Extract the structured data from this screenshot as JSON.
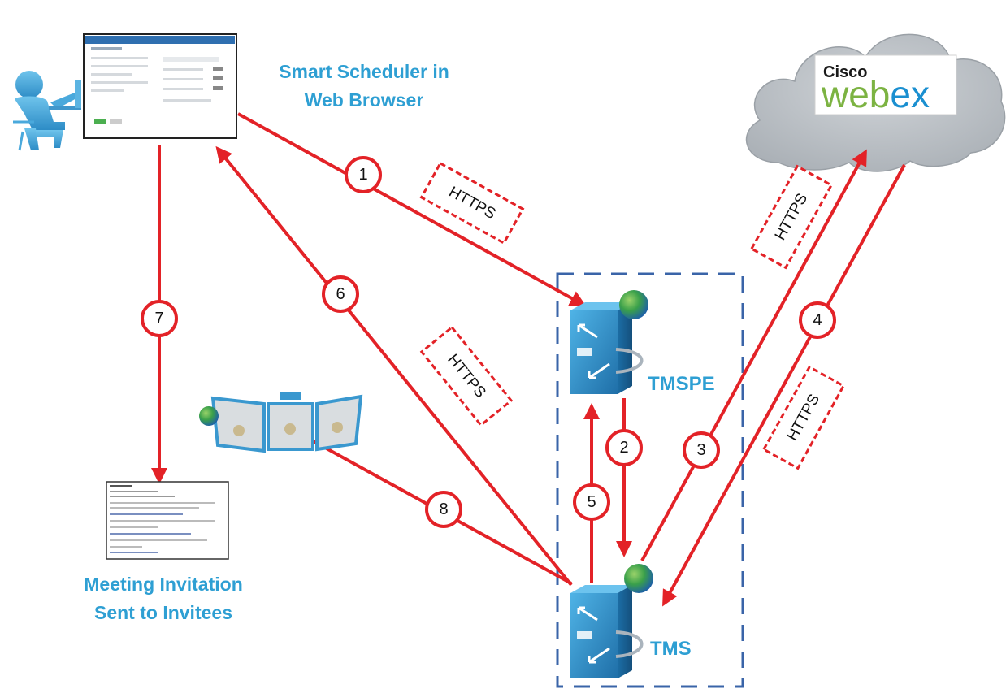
{
  "labels": {
    "smart_scheduler_line1": "Smart Scheduler in",
    "smart_scheduler_line2": "Web Browser",
    "meeting_invitation_line1": "Meeting Invitation",
    "meeting_invitation_line2": "Sent to Invitees",
    "tmspe": "TMSPE",
    "tms": "TMS"
  },
  "webex_logo": {
    "cisco": "Cisco",
    "web": "web",
    "ex": "ex"
  },
  "protocol_tag": "HTTPS",
  "steps": [
    "1",
    "2",
    "3",
    "4",
    "5",
    "6",
    "7",
    "8"
  ],
  "colors": {
    "arrow_red": "#e32227",
    "label_blue": "#2e9fd3",
    "cloud_gray": "#b9bec3",
    "server_blue": "#2f8fc6",
    "boundary_blue": "#3a64a8"
  }
}
